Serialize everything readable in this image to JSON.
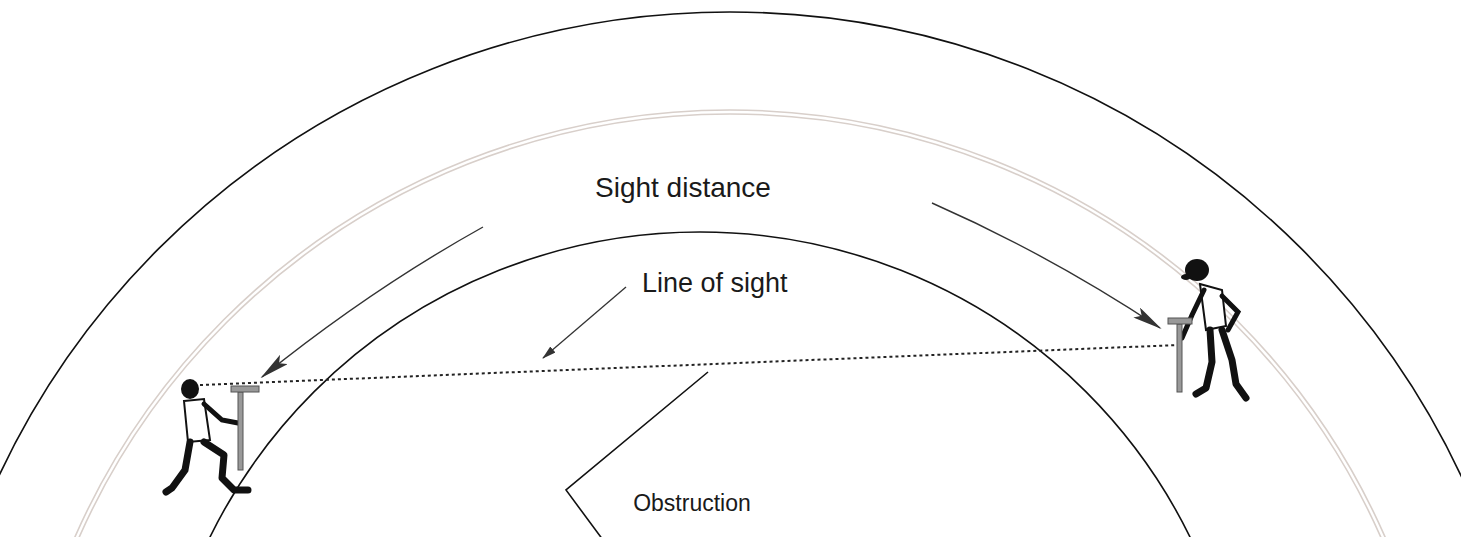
{
  "diagram": {
    "nodes": [
      {
        "text": [
          "Obstruction"
        ]
      }
    ],
    "labels": [
      "Sight distance",
      "Line of sight"
    ]
  }
}
